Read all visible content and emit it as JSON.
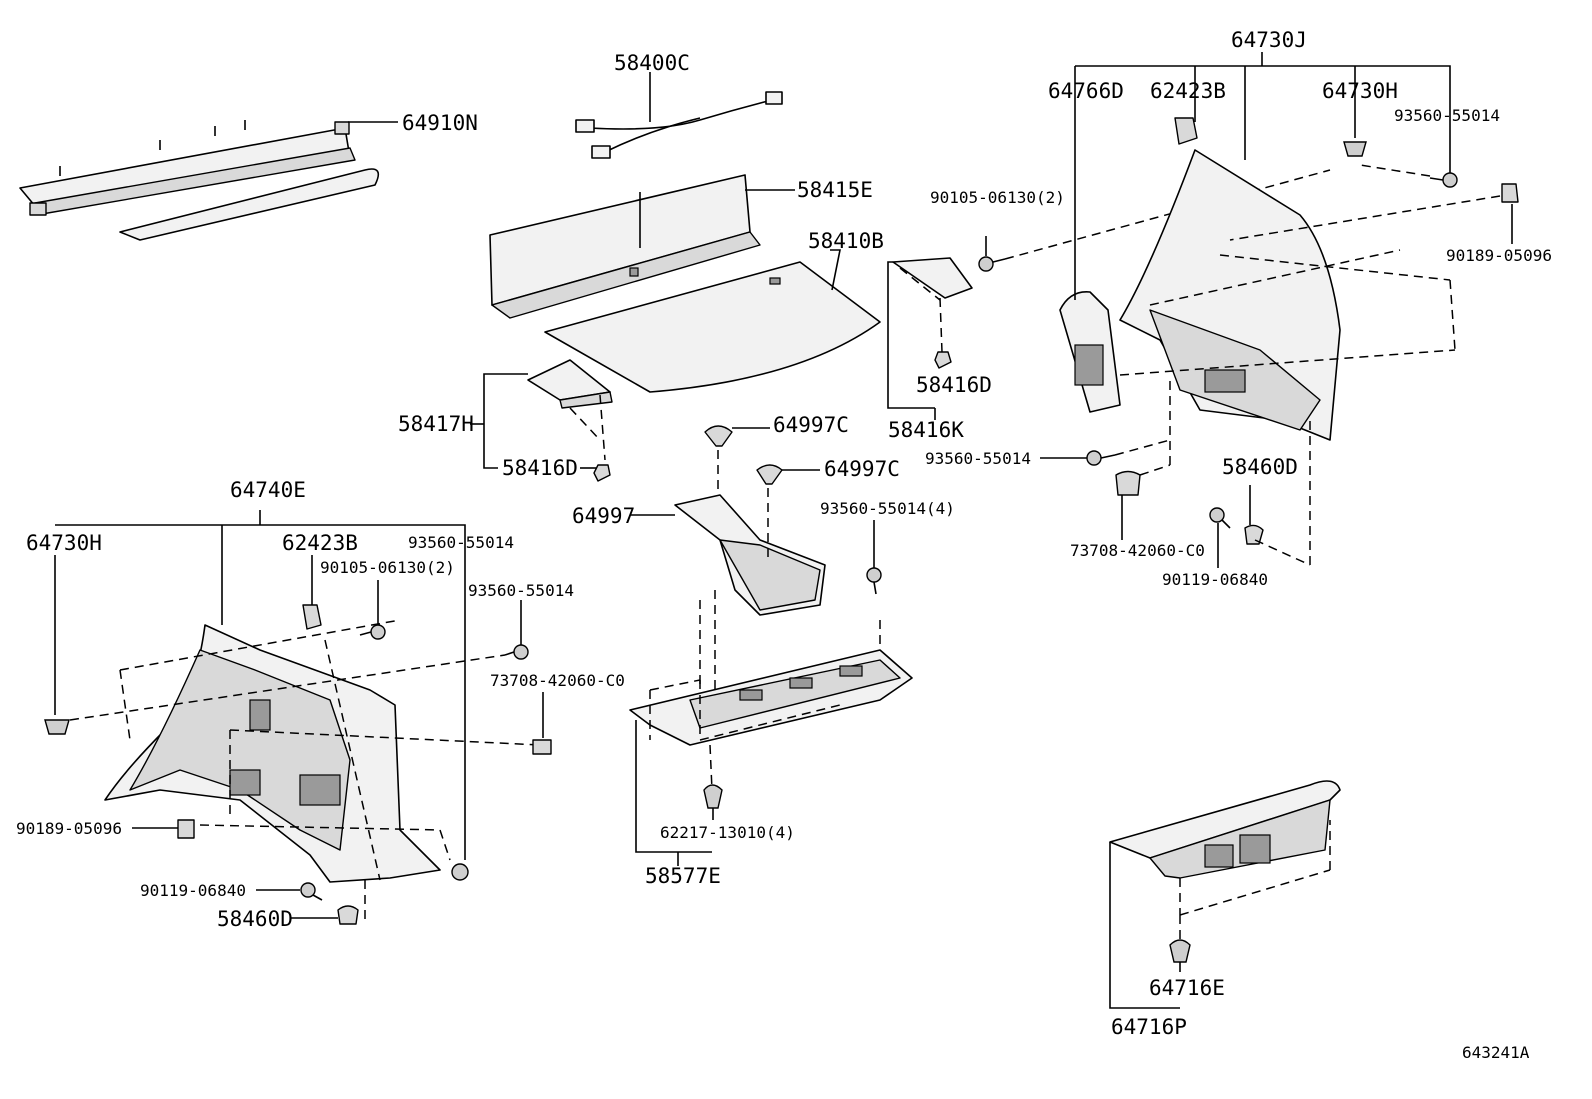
{
  "diagram": {
    "figure_code": "643241A",
    "callouts": {
      "p64910N": "64910N",
      "p58400C": "58400C",
      "p58415E": "58415E",
      "p58410B": "58410B",
      "p58417H": "58417H",
      "p58416D_left": "58416D",
      "p58416D_mid": "58416D",
      "p58416K": "58416K",
      "p90105_top": "90105-06130(2)",
      "p64730J": "64730J",
      "p64766D": "64766D",
      "p62423B_right": "62423B",
      "p64730H_right": "64730H",
      "p93560_right_top": "93560-55014",
      "p90189_right": "90189-05096",
      "p93560_right_mid": "93560-55014",
      "p58460D_right": "58460D",
      "p73708_right": "73708-42060-C0",
      "p90119_right": "90119-06840",
      "p64997C_1": "64997C",
      "p64997C_2": "64997C",
      "p64997": "64997",
      "p93560_4": "93560-55014(4)",
      "p62217": "62217-13010(4)",
      "p58577E": "58577E",
      "p64740E": "64740E",
      "p64730H_left": "64730H",
      "p62423B_left": "62423B",
      "p93560_left_a": "93560-55014",
      "p90105_left": "90105-06130(2)",
      "p93560_left_b": "93560-55014",
      "p73708_left": "73708-42060-C0",
      "p90189_left": "90189-05096",
      "p90119_left": "90119-06840",
      "p58460D_left": "58460D",
      "p64716E": "64716E",
      "p64716P": "64716P"
    }
  }
}
